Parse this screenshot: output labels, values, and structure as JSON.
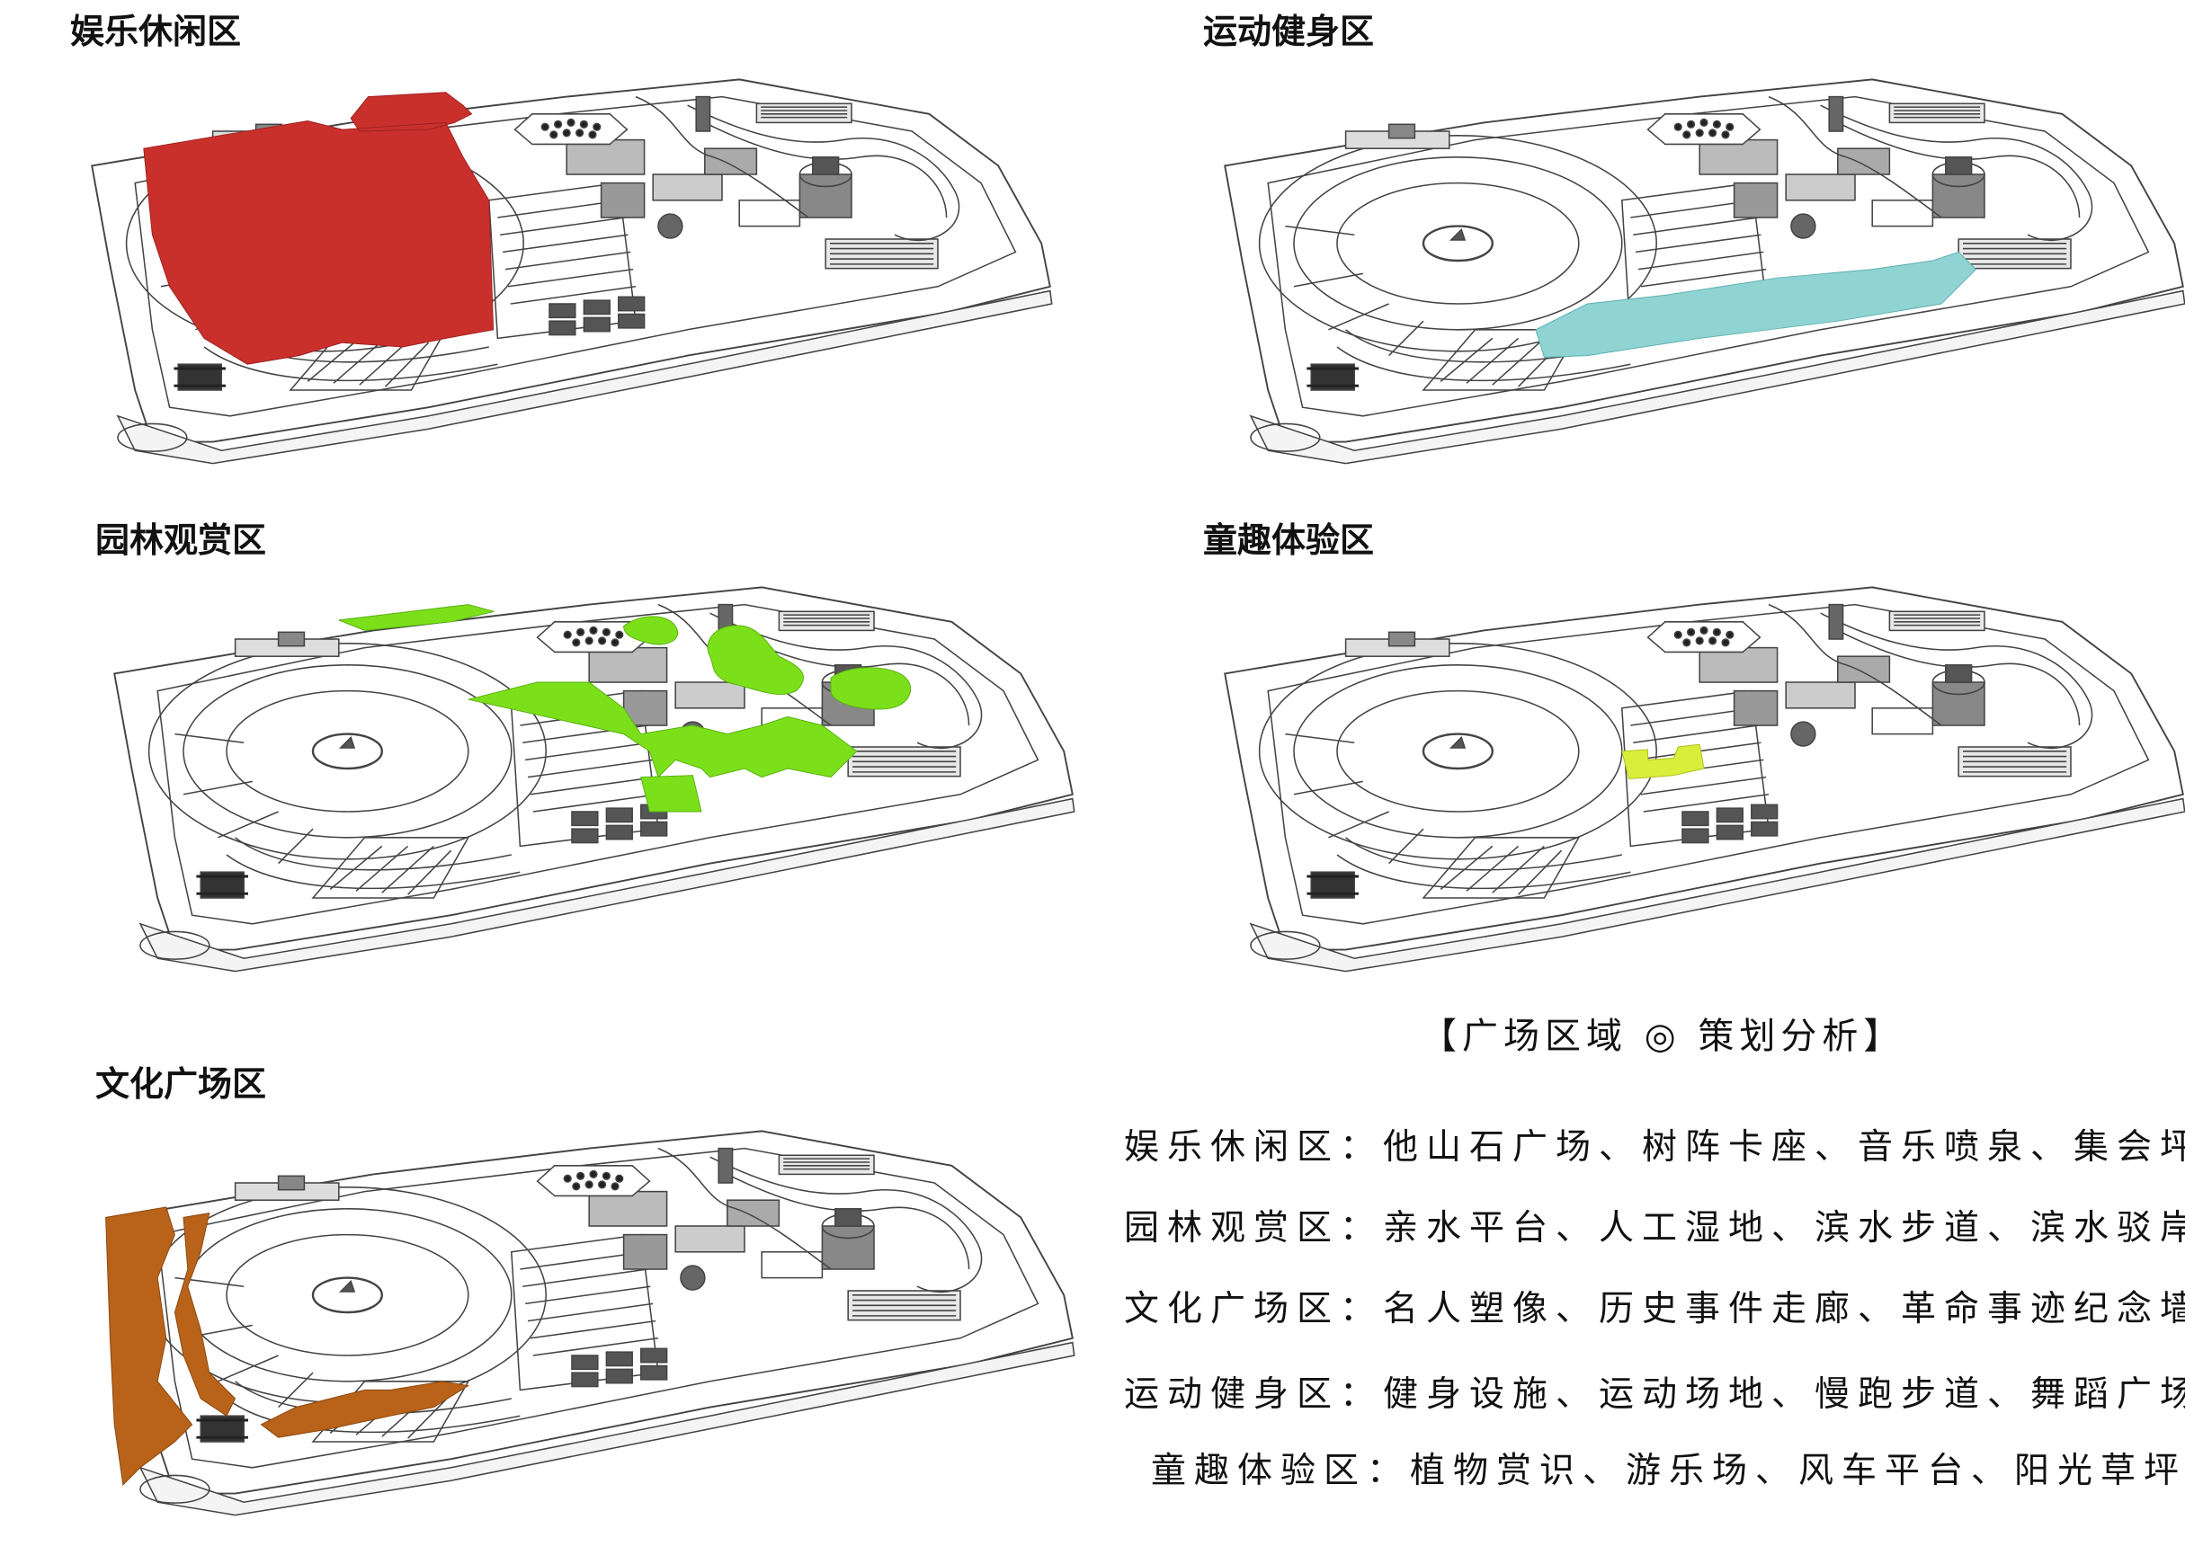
{
  "zones": [
    {
      "title": "娱乐休闲区",
      "highlight": "#c9302c"
    },
    {
      "title": "运动健身区",
      "highlight": "#8fd3d3"
    },
    {
      "title": "园林观赏区",
      "highlight": "#7be01a"
    },
    {
      "title": "童趣体验区",
      "highlight": "#d9ee3a"
    },
    {
      "title": "文化广场区",
      "highlight": "#b8621a"
    }
  ],
  "legend": {
    "title": "【广场区域 ◎ 策划分析】",
    "rows": [
      {
        "zone": "娱乐休闲区：",
        "items": "他山石广场、树阵卡座、音乐喷泉、集会坪"
      },
      {
        "zone": "园林观赏区：",
        "items": "亲水平台、人工湿地、滨水步道、滨水驳岸"
      },
      {
        "zone": "文化广场区：",
        "items": "名人塑像、历史事件走廊、革命事迹纪念墙"
      },
      {
        "zone": "运动健身区：",
        "items": "健身设施、运动场地、慢跑步道、舞蹈广场"
      },
      {
        "zone": "童趣体验区：",
        "items": "植物赏识、游乐场、风车平台、阳光草坪"
      }
    ]
  }
}
